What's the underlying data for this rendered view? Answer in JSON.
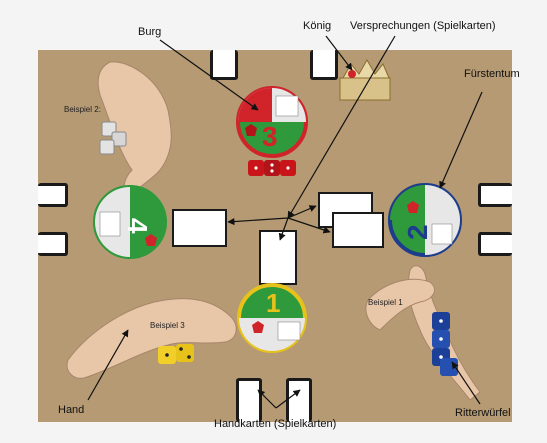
{
  "labels": {
    "burg": "Burg",
    "koenig": "König",
    "versprechungen": "Versprechungen (Spielkarten)",
    "fuerstentum": "Fürstentum",
    "beispiel2": "Beispiel 2:",
    "beispiel1": "Beispiel 1",
    "beispiel3": "Beispiel 3",
    "hand": "Hand",
    "handkarten": "Handkarten (Spielkarten)",
    "ritterwuerfel": "Ritterwürfel"
  },
  "principalities": [
    {
      "number": "3",
      "color": "#d0242a"
    },
    {
      "number": "4",
      "color": "#2e9a3c"
    },
    {
      "number": "2",
      "color": "#1e3c8c"
    },
    {
      "number": "1",
      "color": "#e6c21a"
    }
  ],
  "colors": {
    "board": "#b59a73",
    "red": "#d0242a",
    "green": "#2e9a3c",
    "blue": "#1e3c8c",
    "yellow": "#e6c21a"
  }
}
